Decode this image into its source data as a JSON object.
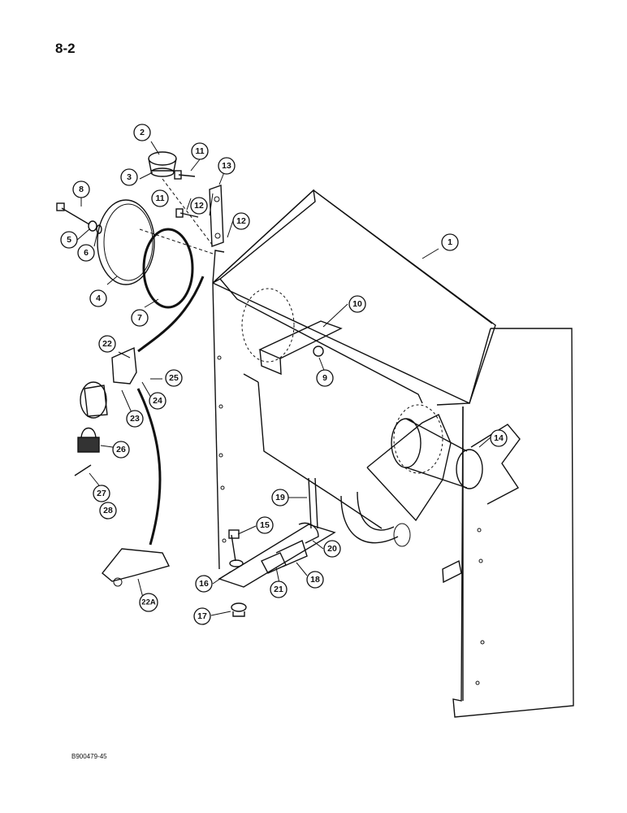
{
  "page": {
    "number": "8-2",
    "figure_code": "B900479-45"
  },
  "callouts": [
    "1",
    "2",
    "3",
    "4",
    "5",
    "6",
    "7",
    "8",
    "9",
    "10",
    "11",
    "11",
    "12",
    "12",
    "13",
    "14",
    "15",
    "16",
    "17",
    "18",
    "19",
    "20",
    "21",
    "22",
    "22A",
    "23",
    "24",
    "25",
    "26",
    "27",
    "28"
  ],
  "colors": {
    "ink": "#111111",
    "paper": "#ffffff"
  }
}
